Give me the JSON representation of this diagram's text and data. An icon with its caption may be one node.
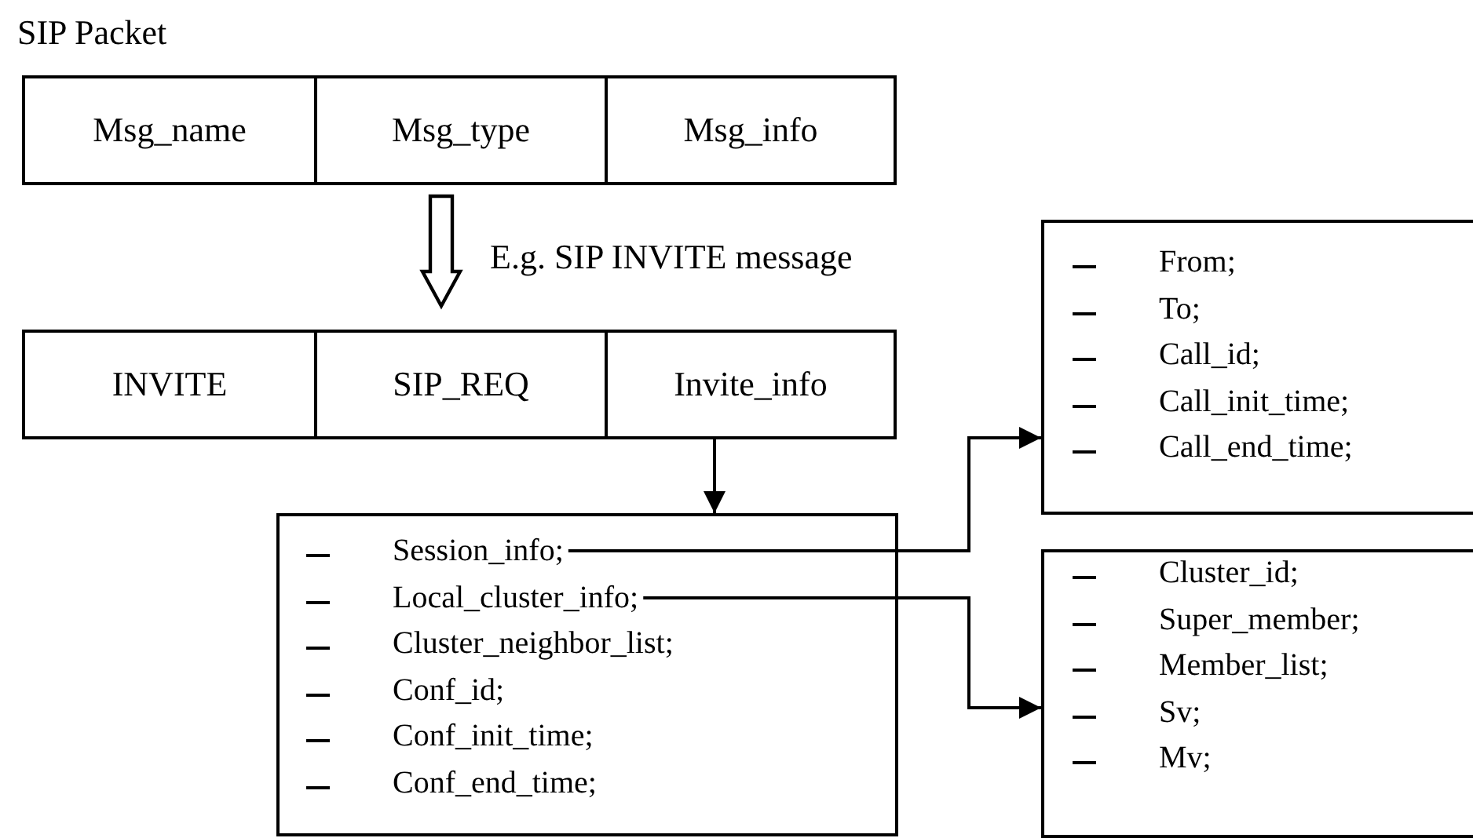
{
  "diagram": {
    "title": "SIP Packet",
    "nodes": [
      {
        "text": [
          "Msg_name"
        ]
      },
      {
        "text": [
          "Msg_type"
        ]
      },
      {
        "text": [
          "Msg_info"
        ]
      },
      {
        "text": [
          "INVITE"
        ]
      },
      {
        "text": [
          "SIP_REQ"
        ]
      },
      {
        "text": [
          "Invite_info"
        ]
      },
      {
        "text": [
          "From;",
          "To;",
          "Call_id;",
          "Call_init_time;",
          "Call_end_time;"
        ]
      },
      {
        "text": [],
        "shape": "box"
      },
      {
        "text": [
          "Session_info;"
        ],
        "in": 7
      },
      {
        "text": [
          "Local_cluster_info;"
        ],
        "in": 7
      },
      {
        "text": [
          "Cluster_neighbor_list;"
        ],
        "in": 7
      },
      {
        "text": [
          "Conf_id;"
        ],
        "in": 7
      },
      {
        "text": [
          "Conf_init_time;"
        ],
        "in": 7
      },
      {
        "text": [
          "Conf_end_time;"
        ],
        "in": 7
      },
      {
        "text": [
          "Cluster_id;",
          "Super_member;",
          "Member_list;",
          "Sv;",
          "Mv;"
        ]
      }
    ],
    "edges": [
      {
        "from": 1,
        "to": 4,
        "arrow": "to",
        "label": "E.g. SIP INVITE message",
        "style": "thick"
      },
      {
        "from": 5,
        "to": 7,
        "arrow": "to"
      },
      {
        "from": 8,
        "to": 6,
        "arrow": "to"
      },
      {
        "from": 9,
        "to": 14,
        "arrow": "to"
      }
    ]
  }
}
